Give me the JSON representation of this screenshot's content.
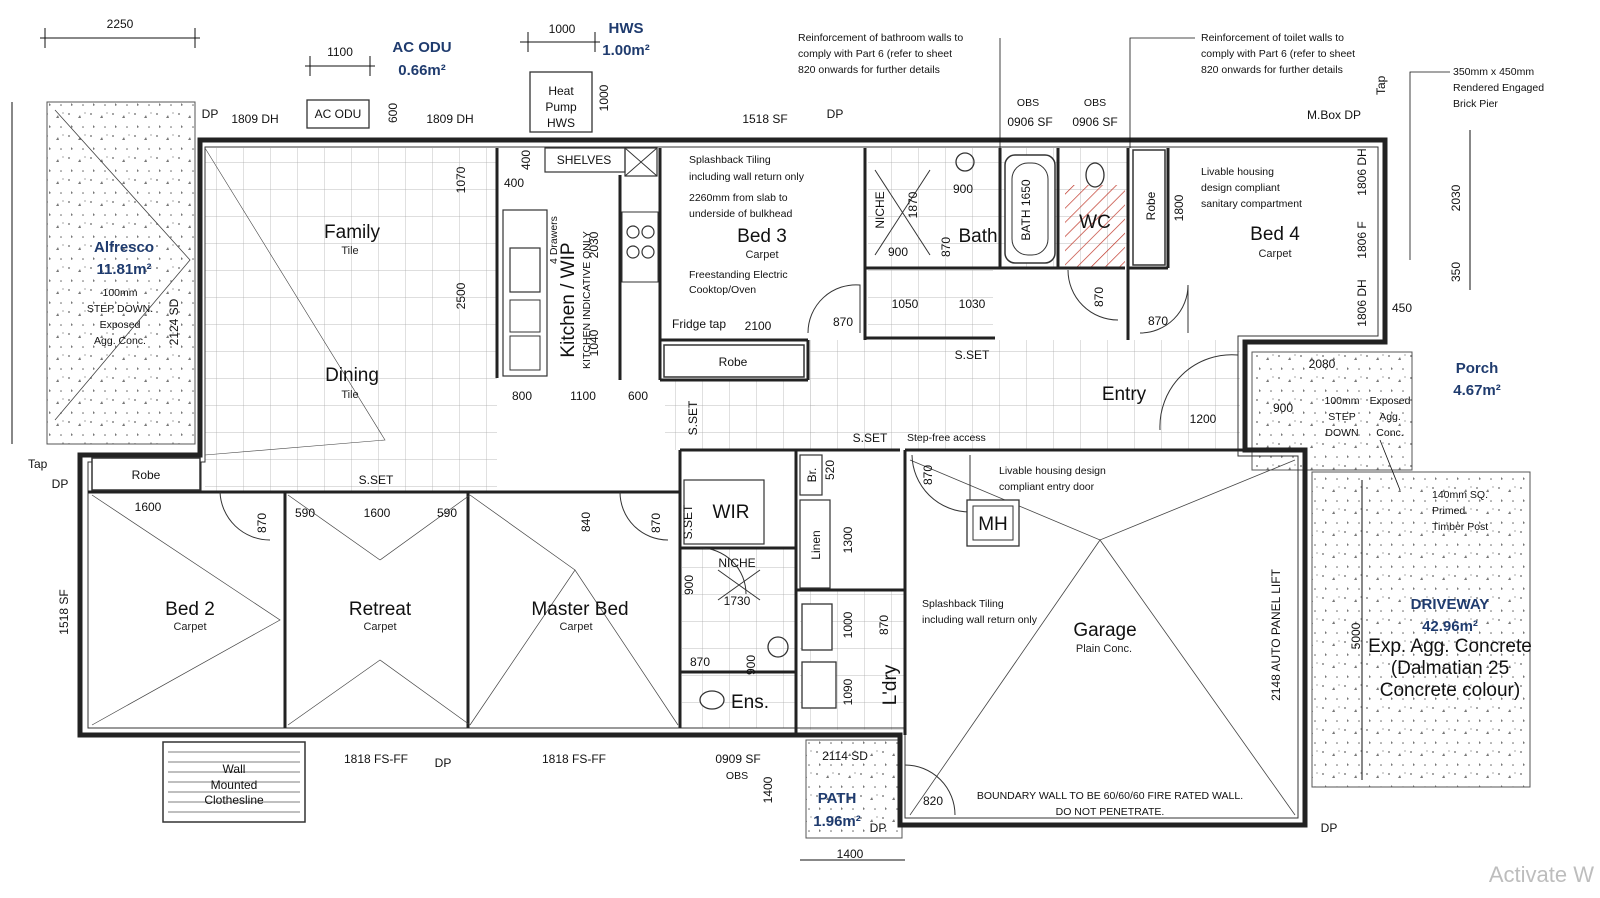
{
  "rooms": {
    "family": {
      "name": "Family",
      "finish": "Tile"
    },
    "dining": {
      "name": "Dining",
      "finish": "Tile"
    },
    "bed3": {
      "name": "Bed 3",
      "finish": "Carpet"
    },
    "bed4": {
      "name": "Bed 4",
      "finish": "Carpet"
    },
    "bed2": {
      "name": "Bed 2",
      "finish": "Carpet"
    },
    "retreat": {
      "name": "Retreat",
      "finish": "Carpet"
    },
    "master": {
      "name": "Master Bed",
      "finish": "Carpet"
    },
    "garage": {
      "name": "Garage",
      "finish": "Plain Conc."
    },
    "entry": {
      "name": "Entry"
    },
    "bath": {
      "name": "Bath"
    },
    "wc": {
      "name": "WC"
    },
    "ens": {
      "name": "Ens."
    },
    "wir": {
      "name": "WIR"
    },
    "ldry": {
      "name": "L'dry"
    },
    "kitchen": {
      "name": "Kitchen / WIP",
      "sub": "KITCHEN INDICATIVE ONLY"
    },
    "robe_bed3": "Robe",
    "robe_bed4": "Robe",
    "robe_bed2": "Robe",
    "linen": "Linen",
    "br": "Br.",
    "shelves": "SHELVES",
    "mh": "MH"
  },
  "areas": {
    "alfresco": {
      "name": "Alfresco",
      "size": "11.81m²",
      "note": [
        "100mm",
        "STEP DOWN.",
        "Exposed",
        "Agg. Conc."
      ]
    },
    "porch": {
      "name": "Porch",
      "size": "4.67m²",
      "note": [
        "100mm",
        "STEP",
        "DOWN"
      ],
      "note2": [
        "Exposed",
        "Agg.",
        "Conc."
      ]
    },
    "driveway": {
      "name": "DRIVEWAY",
      "size": "42.96m²",
      "lines": [
        "Exp. Agg. Concrete",
        "(Dalmatian 25",
        "Concrete colour)"
      ]
    },
    "path": {
      "name": "PATH",
      "size": "1.96m²"
    },
    "hws": {
      "name": "HWS",
      "size": "1.00m²"
    },
    "acodu": {
      "name": "AC ODU",
      "size": "0.66m²"
    }
  },
  "notes": {
    "bath_walls": [
      "Reinforcement of bathroom walls to",
      "comply with Part 6 (refer to sheet",
      "820 onwards for further details"
    ],
    "toilet_walls": [
      "Reinforcement of toilet walls to",
      "comply with Part 6 (refer to sheet",
      "820 onwards for further details"
    ],
    "brick_pier": [
      "350mm x 450mm",
      "Rendered Engaged",
      "Brick Pier"
    ],
    "splashback1": [
      "Splashback Tiling",
      "including wall return only"
    ],
    "bulkhead": [
      "2260mm from slab to",
      "underside of bulkhead"
    ],
    "cooktop": [
      "Freestanding Electric",
      "Cooktop/Oven"
    ],
    "fridge": "Fridge tap",
    "livable_sanitary": [
      "Livable housing",
      "design compliant",
      "sanitary compartment"
    ],
    "livable_door": [
      "Livable housing design",
      "compliant entry door"
    ],
    "splashback2": [
      "Splashback Tiling",
      "including wall return only"
    ],
    "timber_post": [
      "140mm SQ.",
      "Primed",
      "Timber Post"
    ],
    "boundary": [
      "BOUNDARY WALL TO BE 60/60/60 FIRE RATED WALL.",
      "DO NOT PENETRATE."
    ],
    "clothesline": [
      "Wall",
      "Mounted",
      "Clothesline"
    ],
    "step_free": "Step-free access",
    "auto_lift": "2148 AUTO PANEL LIFT",
    "heat_pump": [
      "Heat",
      "Pump",
      "HWS"
    ],
    "ac_box": "AC ODU",
    "tap_left": "Tap",
    "tap_right": "Tap",
    "mbox": "M.Box DP",
    "four_drawers": "4 Drawers"
  },
  "dims": {
    "d2250": "2250",
    "d1100": "1100",
    "d1000": "1000",
    "d1809dh_a": "1809 DH",
    "d1809dh_b": "1809 DH",
    "d1518sf": "1518 SF",
    "d0906sf_a": "0906 SF",
    "d0906sf_b": "0906 SF",
    "obs_a": "OBS",
    "obs_b": "OBS",
    "obs_c": "OBS",
    "dp_a": "DP",
    "dp_b": "DP",
    "dp_c": "DP",
    "dp_d": "DP",
    "dp_e": "DP",
    "dp_f": "DP",
    "d600": "600",
    "d1000v": "1000",
    "d1070": "1070",
    "d2500": "2500",
    "d400a": "400",
    "d400b": "400",
    "d2030": "2030",
    "d1040": "1040",
    "d800": "800",
    "d1100b": "1100",
    "d600b": "600",
    "d2100": "2100",
    "d2124sd": "2124 SD",
    "d870_bed3": "870",
    "d1050": "1050",
    "d1030": "1030",
    "d870_bed4": "870",
    "d870_wc": "870",
    "d1870": "1870",
    "d900_a": "900",
    "d900_b": "900",
    "d870_bath": "870",
    "d1650": "BATH 1650",
    "d1800": "1800",
    "d1806dh_a": "1806 DH",
    "d1806f": "1806 F",
    "d1806dh_b": "1806 DH",
    "d2030r": "2030",
    "d350": "350",
    "d450": "450",
    "d2080": "2080",
    "d900_porch": "900",
    "d1200": "1200",
    "d1600": "1600",
    "d590a": "590",
    "d1600b": "1600",
    "d590b": "590",
    "d840": "840",
    "d870_bed2": "870",
    "d870_master": "870",
    "d520": "520",
    "d870_garage": "870",
    "d1300": "1300",
    "d1730": "1730",
    "d900_ens": "900",
    "d900_ens2": "900",
    "d870_ens": "870",
    "d1000_ldry": "1000",
    "d870_ldry": "870",
    "d1090": "1090",
    "d1518sf_v": "1518 SF",
    "d1818_a": "1818 FS-FF",
    "d1818_b": "1818 FS-FF",
    "d0909sf": "0909 SF",
    "d2114sd": "2114 SD",
    "d1400": "1400",
    "d1400v": "1400",
    "d820": "820",
    "d5000": "5000",
    "sset_a": "S.SET",
    "sset_b": "S.SET",
    "sset_c": "S.SET",
    "sset_d": "S.SET",
    "sset_e": "S.SET",
    "niche_a": "NICHE",
    "niche_b": "NICHE"
  },
  "watermark": "Activate W"
}
